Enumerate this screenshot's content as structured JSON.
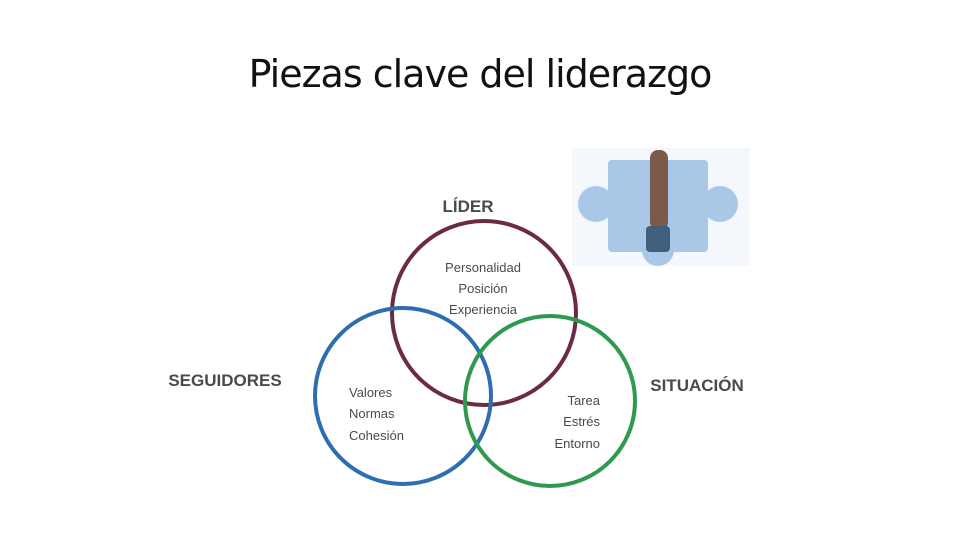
{
  "slide": {
    "title": "Piezas clave del liderazgo"
  },
  "diagram": {
    "circles": [
      {
        "heading": "LÍDER",
        "items": [
          "Personalidad",
          "Posición",
          "Experiencia"
        ],
        "color": "#6b2a45"
      },
      {
        "heading": "SEGUIDORES",
        "items": [
          "Valores",
          "Normas",
          "Cohesión"
        ],
        "color": "#2f6db0"
      },
      {
        "heading": "SITUACIÓN",
        "items": [
          "Tarea",
          "Estrés",
          "Entorno"
        ],
        "color": "#2f9a4f"
      }
    ],
    "label_color": "#4a4a4a",
    "image": {
      "icon": "puzzle-piece-icon"
    }
  }
}
